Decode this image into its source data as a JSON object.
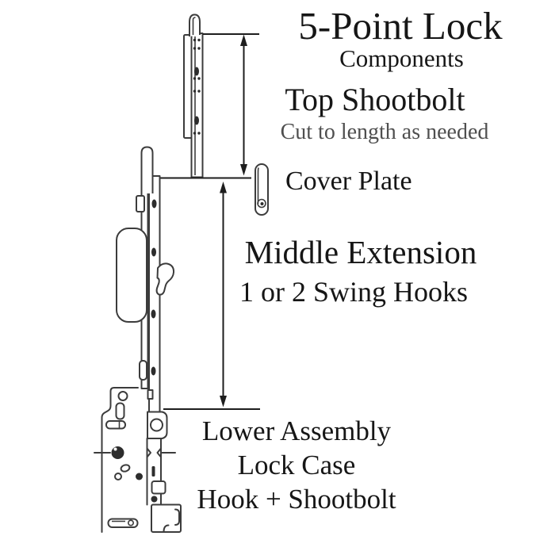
{
  "header": {
    "title": "5-Point Lock",
    "subtitle": "Components"
  },
  "annotations": {
    "top_shootbolt": {
      "label": "Top Shootbolt",
      "note": "Cut to length as needed"
    },
    "cover_plate": {
      "label": "Cover Plate"
    },
    "middle_extension": {
      "label": "Middle Extension",
      "note": "1 or 2 Swing Hooks"
    },
    "lower_assembly": {
      "label": "Lower Assembly",
      "line2": "Lock Case",
      "line3": "Hook + Shootbolt"
    }
  },
  "drawing": {
    "icons": [
      "top-shootbolt-rod-drawing",
      "cover-plate-drawing",
      "faceplate-drawing",
      "swing-hook-drawing",
      "gearbox-housing-drawing",
      "lock-case-drawing",
      "dimension-arrow-top-shootbolt",
      "dimension-arrow-middle-extension"
    ]
  },
  "colors": {
    "background": "#ffffff",
    "text": "#161616",
    "note_text": "#4f4f4f",
    "line": "#3c3c3c",
    "dark_fill": "#2d2d2d",
    "arrow": "#1e1e1e"
  }
}
